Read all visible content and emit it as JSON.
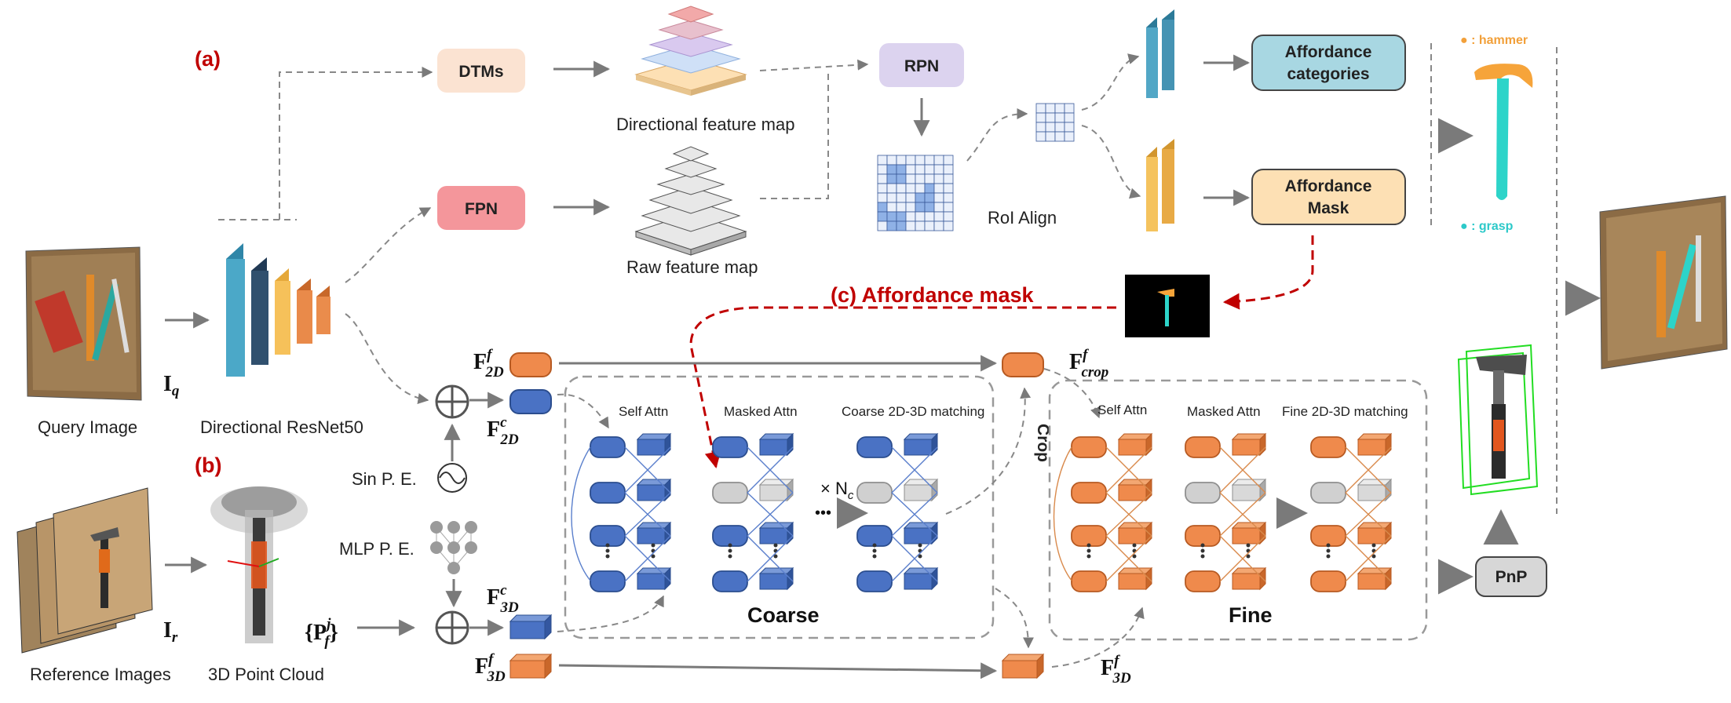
{
  "colors": {
    "red": "#c00000",
    "blue": "#4a72c4",
    "orange": "#ef8a4c",
    "gray": "#d0d0d0",
    "dtm": "#fbe3d2",
    "fpn": "#f4969b",
    "rpn": "#dcd3ef",
    "cat": "#a8d7e2",
    "mask": "#fde0b4",
    "pnp": "#d7d7d7"
  },
  "labels": {
    "a": "(a)",
    "b": "(b)",
    "c": "(c) Affordance mask",
    "dtms": "DTMs",
    "fpn": "FPN",
    "rpn": "RPN",
    "directional_feature_map": "Directional feature map",
    "raw_feature_map": "Raw feature  map",
    "roi_align": "RoI Align",
    "affordance_categories": [
      "Affordance",
      "categories"
    ],
    "affordance_mask": [
      "Affordance",
      "Mask"
    ],
    "legend_hammer": "● : hammer",
    "legend_grasp": "● : grasp",
    "query_image": "Query Image",
    "directional_resnet": "Directional ResNet50",
    "reference_images": "Reference  Images",
    "point_cloud": "3D Point Cloud",
    "sin_pe": "Sin P. E.",
    "mlp_pe": "MLP P. E.",
    "self_attn": "Self Attn",
    "masked_attn": "Masked Attn",
    "coarse_match": "Coarse 2D-3D matching",
    "fine_match": "Fine 2D-3D matching",
    "coarse": "Coarse",
    "fine": "Fine",
    "crop": "Crop",
    "pnp": "PnP",
    "nc": "× N",
    "nc_sub": "c"
  },
  "math": {
    "Iq": "I",
    "Iq_sub": "q",
    "Ir": "I",
    "Ir_sub": "r",
    "F": "F",
    "F2Df_sup": "f",
    "F2Df_sub": "2D",
    "F2Dc_sup": "c",
    "F2Dc_sub": "2D",
    "F3Dc_sup": "c",
    "F3Dc_sub": "3D",
    "F3Df_sup": "f",
    "F3Df_sub": "3D",
    "Fcrop_sup": "f",
    "Fcrop_sub": "crop",
    "Fcrop3D_sup": "f",
    "Fcrop3D_sub": "3D",
    "Pf": "{P",
    "Pf_sup": "j",
    "Pf_sub": "f",
    "Pf_close": "}"
  }
}
